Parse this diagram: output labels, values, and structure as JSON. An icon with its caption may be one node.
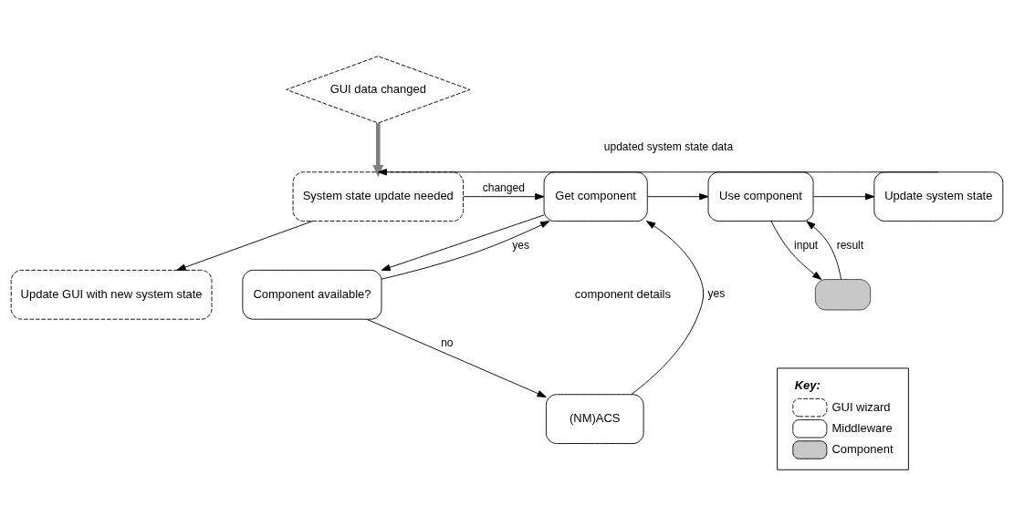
{
  "diagram": {
    "nodes": [
      {
        "text": [
          "GUI data changed"
        ]
      },
      {
        "text": [
          "System state update needed"
        ]
      },
      {
        "text": [
          "Get component"
        ]
      },
      {
        "text": [
          "Use component"
        ]
      },
      {
        "text": [
          "Update system state"
        ]
      },
      {
        "text": [
          "Component available?"
        ]
      },
      {
        "text": [
          "Update GUI with new system state"
        ]
      },
      {
        "text": [
          "(NM)ACS"
        ]
      },
      {
        "text": [],
        "shape": "box"
      }
    ],
    "edges": [
      {
        "from": 0,
        "to": 1,
        "arrow": "to",
        "style": "thick",
        "color": "#808080"
      },
      {
        "from": 1,
        "to": 2,
        "arrow": "to",
        "label": "changed"
      },
      {
        "from": 2,
        "to": 3,
        "arrow": "to"
      },
      {
        "from": 3,
        "to": 4,
        "arrow": "to"
      },
      {
        "from": 4,
        "to": 1,
        "arrow": "to",
        "label": "updated system state data"
      },
      {
        "from": 1,
        "to": 6,
        "arrow": "to"
      },
      {
        "from": 2,
        "to": 5,
        "arrow": "to"
      },
      {
        "from": 5,
        "to": 2,
        "arrow": "to",
        "label": "yes"
      },
      {
        "from": 5,
        "to": 7,
        "arrow": "to",
        "label": "no"
      },
      {
        "from": 7,
        "to": 2,
        "arrow": "to",
        "label": "yes"
      },
      {
        "from": 3,
        "to": 8,
        "arrow": "to",
        "label": "input"
      },
      {
        "from": 8,
        "to": 3,
        "arrow": "to",
        "label": "result"
      }
    ],
    "labels": [
      "component details",
      "Key:"
    ],
    "legend": [
      {
        "text": "GUI wizard"
      },
      {
        "text": "Middleware"
      },
      {
        "text": "Component"
      }
    ]
  }
}
